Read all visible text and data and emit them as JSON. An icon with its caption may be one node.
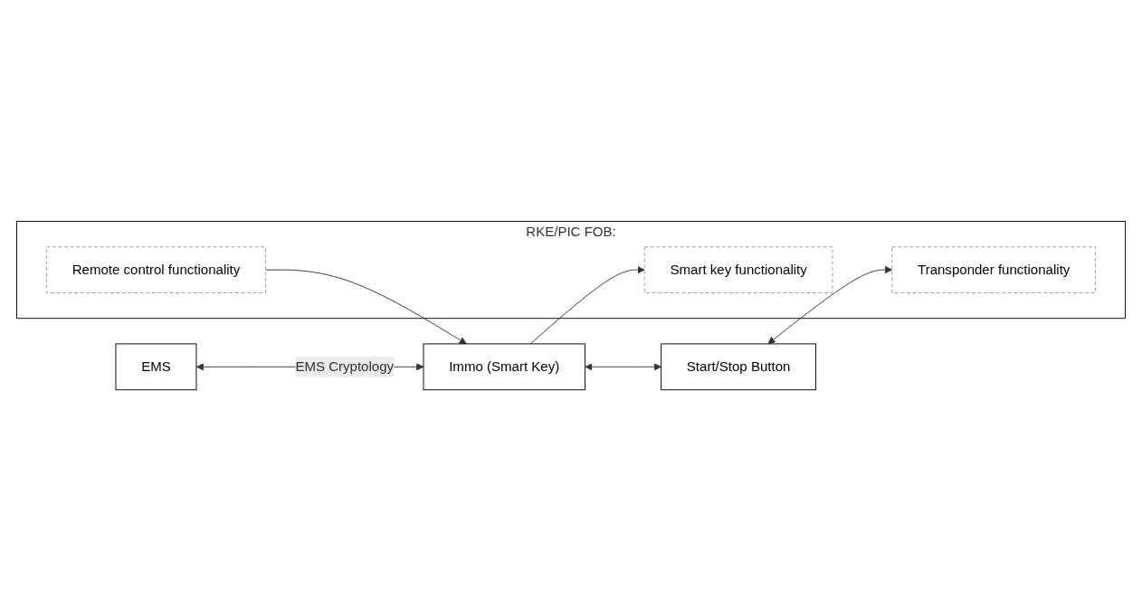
{
  "diagram": {
    "nodes": [
      {
        "text": [
          "EMS"
        ]
      },
      {
        "text": [
          "Immo (Smart Key)"
        ]
      },
      {
        "text": [
          "RKE/PIC FOB:"
        ]
      },
      {
        "text": [
          "Smart key functionality"
        ],
        "in": 2
      },
      {
        "text": [
          "Remote control functionality"
        ],
        "in": 2
      },
      {
        "text": [
          "Transponder functionality"
        ],
        "in": 2
      },
      {
        "text": [
          "Start/Stop Button"
        ]
      }
    ],
    "edges": [
      {
        "from": 0,
        "to": 1,
        "arrow": "both",
        "label": "EMS Cryptology"
      },
      {
        "from": 1,
        "to": 3,
        "arrow": "to"
      },
      {
        "from": 4,
        "to": 1,
        "arrow": "to"
      },
      {
        "from": 1,
        "to": 6,
        "arrow": "both"
      },
      {
        "from": 6,
        "to": 5,
        "arrow": "both"
      }
    ]
  }
}
